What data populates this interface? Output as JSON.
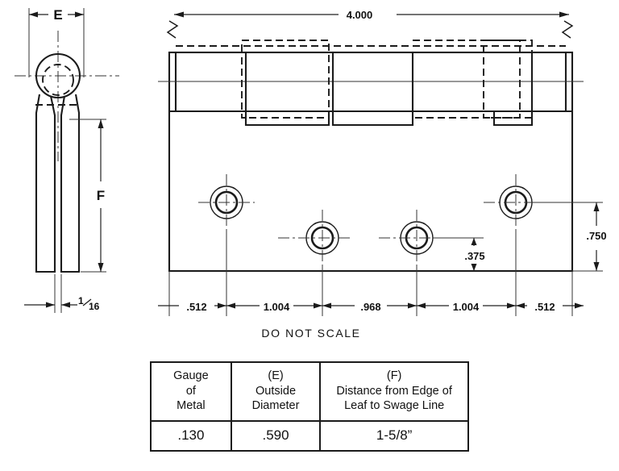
{
  "drawing": {
    "note": "DO  NOT  SCALE",
    "overall_dimension": "4.000",
    "bottom_dimensions": [
      "512",
      "1.004",
      ".968",
      "1.004",
      ".512"
    ],
    "bottom_dimension_labels": [
      ".512",
      "1.004",
      ".968",
      "1.004",
      ".512"
    ],
    "right_dimensions": {
      "upper_hole_from_bottom": ".750",
      "lower_hole_from_bottom": ".375"
    },
    "side_view": {
      "width_label": "E",
      "height_label": "F",
      "gap_label": "1/16",
      "gap_numerator": "1",
      "gap_denominator": "16"
    }
  },
  "spec_table": {
    "headers": [
      {
        "line1": "Gauge",
        "line2": "of",
        "line3": "Metal"
      },
      {
        "line1": "(E)",
        "line2": "Outside",
        "line3": "Diameter"
      },
      {
        "line1": "(F)",
        "line2": "Distance from Edge of",
        "line3": "Leaf to Swage Line"
      }
    ],
    "values": {
      "gauge_of_metal": ".130",
      "outside_diameter": ".590",
      "distance_edge_to_swage": "1-5/8”"
    }
  },
  "colors": {
    "line": "#1b1b1b",
    "center_line": "#333333",
    "background": "#ffffff"
  }
}
